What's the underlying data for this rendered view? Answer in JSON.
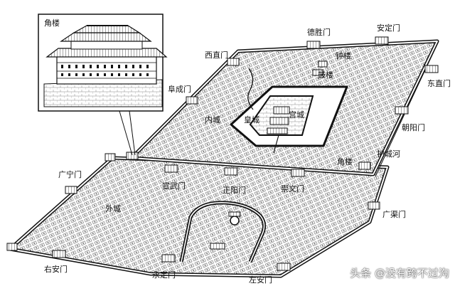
{
  "inset": {
    "title": "角楼"
  },
  "gates": {
    "desheng": "德胜门",
    "anding": "安定门",
    "xizhi": "西直门",
    "dongzhi": "东直门",
    "fucheng": "阜成门",
    "chaoyang": "朝阳门",
    "guangning": "广宁门",
    "xuanwu": "宣武门",
    "zhengyang": "正阳门",
    "chongwen": "崇文门",
    "guangqu": "广渠门",
    "youan": "右安门",
    "yongding": "永定门",
    "zuoan": "左安门"
  },
  "landmarks": {
    "zhonglou": "钟楼",
    "gulou": "鼓楼",
    "gongcheng": "宫城",
    "huangcheng": "皇城",
    "neicheng": "内城",
    "waicheng": "外城",
    "jiaolou": "角楼",
    "huchenghe": "护城河"
  },
  "watermark": "头条 @没有跨不过沟",
  "colors": {
    "ink": "#111111",
    "paper": "#ffffff",
    "hatch": "#555555"
  }
}
